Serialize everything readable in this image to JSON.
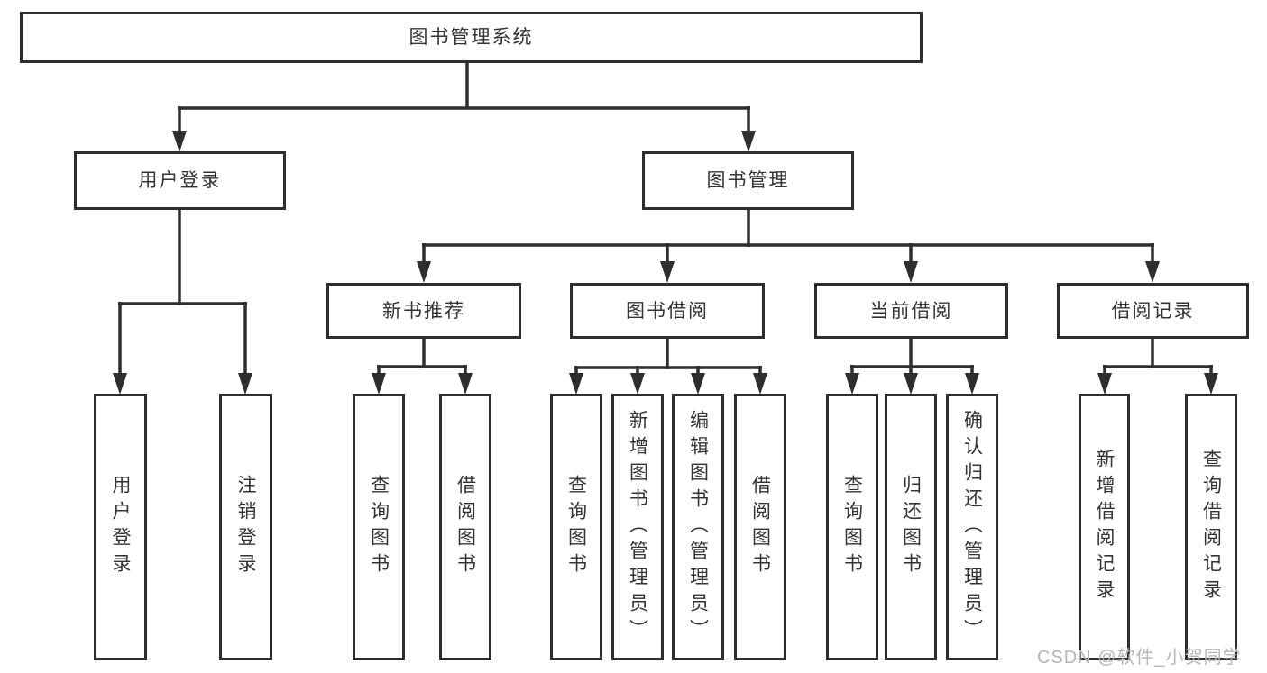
{
  "diagram": {
    "root": {
      "label": "图书管理系统"
    },
    "user_login": {
      "label": "用户登录",
      "children": [
        "用户登录",
        "注销登录"
      ]
    },
    "book_mgmt": {
      "label": "图书管理",
      "sections": {
        "new_book": {
          "label": "新书推荐",
          "children": [
            "查询图书",
            "借阅图书"
          ]
        },
        "book_borrow": {
          "label": "图书借阅",
          "children": [
            "查询图书",
            "新增图书（管理员）",
            "编辑图书（管理员）",
            "借阅图书"
          ]
        },
        "current_borrow": {
          "label": "当前借阅",
          "children": [
            "查询图书",
            "归还图书",
            "确认归还（管理员）"
          ]
        },
        "borrow_records": {
          "label": "借阅记录",
          "children": [
            "新增借阅记录",
            "查询借阅记录"
          ]
        }
      }
    }
  },
  "watermark": "CSDN @软件_小贺同学",
  "colors": {
    "line": "#2e2e2e",
    "text": "#333333",
    "watermark": "#b6b6b6",
    "background": "#ffffff"
  }
}
